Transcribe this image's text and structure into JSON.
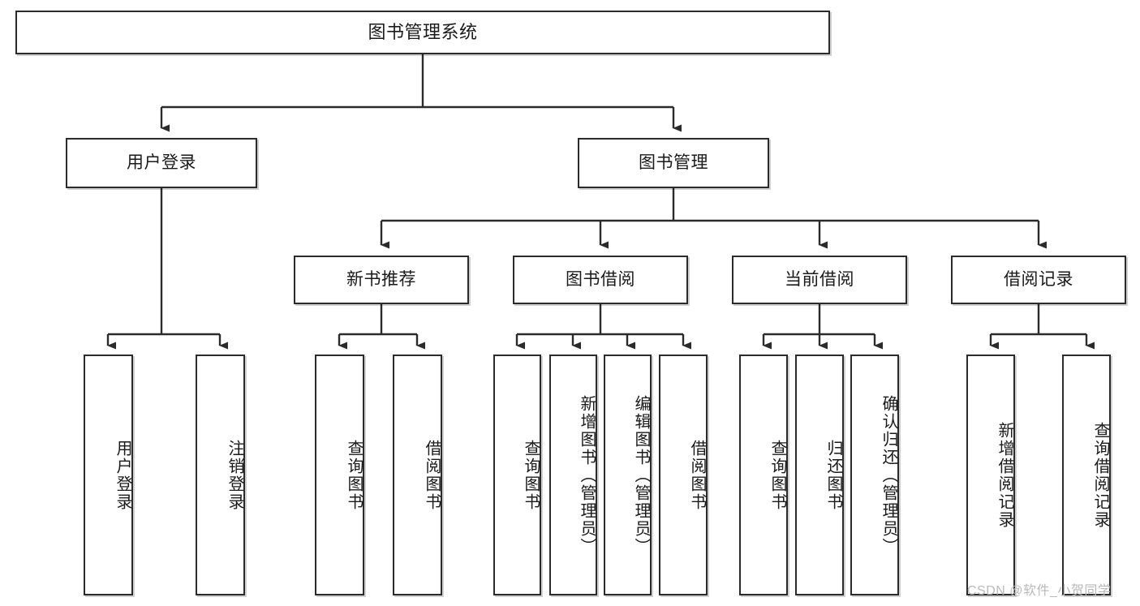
{
  "diagram": {
    "title": "图书管理系统",
    "type": "hierarchy-tree",
    "watermark": "CSDN @软件_小贺同学",
    "root": {
      "label": "图书管理系统"
    },
    "level2": [
      {
        "label": "用户登录"
      },
      {
        "label": "图书管理"
      }
    ],
    "level3": [
      {
        "label": "新书推荐"
      },
      {
        "label": "图书借阅"
      },
      {
        "label": "当前借阅"
      },
      {
        "label": "借阅记录"
      }
    ],
    "leaves": {
      "user_login": [
        {
          "label": "用户登录"
        },
        {
          "label": "注销登录"
        }
      ],
      "new_book_recommend": [
        {
          "label": "查询图书"
        },
        {
          "label": "借阅图书"
        }
      ],
      "book_borrow": [
        {
          "label": "查询图书"
        },
        {
          "label": "新增图书（管理员）"
        },
        {
          "label": "编辑图书（管理员）"
        },
        {
          "label": "借阅图书"
        }
      ],
      "current_borrow": [
        {
          "label": "查询图书"
        },
        {
          "label": "归还图书"
        },
        {
          "label": "确认归还（管理员）"
        }
      ],
      "borrow_record": [
        {
          "label": "新增借阅记录"
        },
        {
          "label": "查询借阅记录"
        }
      ]
    },
    "colors": {
      "stroke": "#2b2b2b",
      "fill": "#ffffff",
      "text": "#1a1a1a",
      "watermark": "#b9b9b9"
    }
  }
}
